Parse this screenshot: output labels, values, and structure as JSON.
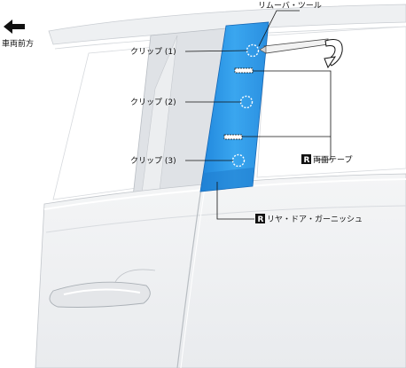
{
  "direction": {
    "label": "車両前方",
    "arrow_icon": "left-arrow-icon"
  },
  "tool": {
    "label": "リムーバ・ツール"
  },
  "clips": [
    {
      "label": "クリップ (1)"
    },
    {
      "label": "クリップ (2)"
    },
    {
      "label": "クリップ (3)"
    }
  ],
  "tape": {
    "badge": "R",
    "label": "両面テープ"
  },
  "garnish": {
    "badge": "R",
    "label": "リヤ・ドア・ガーニッシュ"
  },
  "colors": {
    "garnish_blue": "#2f9ae8",
    "line": "#111111",
    "body_shade": "#eef0f2"
  }
}
